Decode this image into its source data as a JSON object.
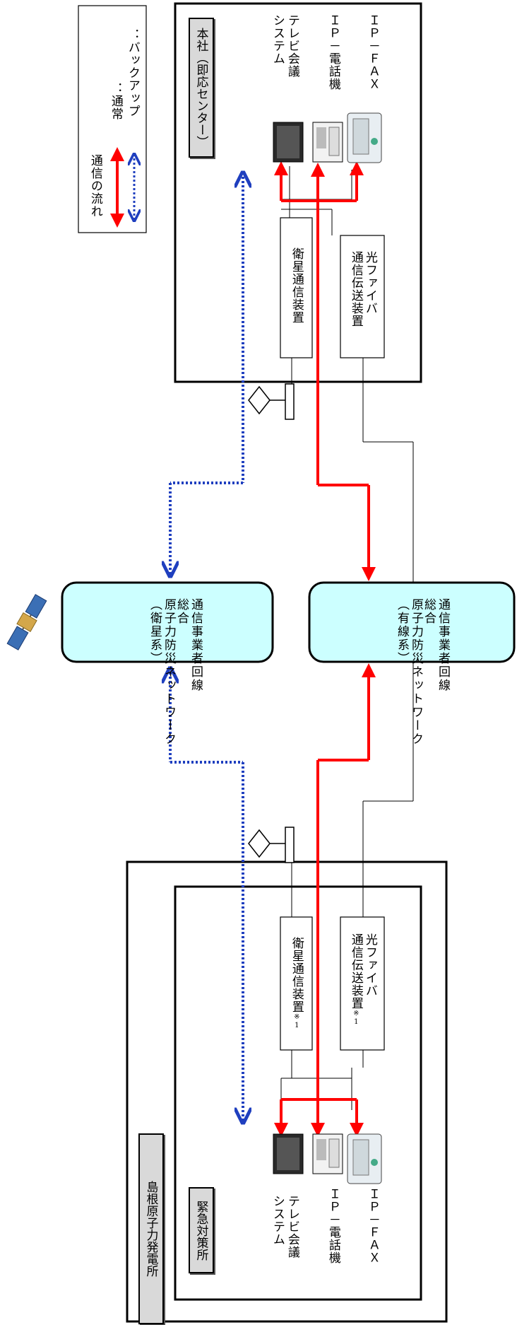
{
  "legend": {
    "title": "通信の流れ",
    "normal": "：通常",
    "backup": "：バックアップ",
    "colors": {
      "normal": "#ff0000",
      "backup": "#1f3fbf"
    }
  },
  "hq": {
    "tag": "本社（即応センター）",
    "satellite_device": "衛星通信装置",
    "fiber_device_line1": "光ファイバ",
    "fiber_device_line2": "通信伝送装置",
    "tv_line1": "テレビ会議",
    "tv_line2": "システム",
    "ip_phone": "ＩＰ－電話機",
    "ip_fax": "ＩＰ－ＦＡＸ"
  },
  "networks": {
    "satellite": {
      "col1": "総合",
      "col2": "原子力防災ネットワーク",
      "col3": "（衛星系）",
      "col4": "通信事業者回線"
    },
    "wired": {
      "col1": "総合",
      "col2": "原子力防災ネットワーク",
      "col3": "（有線系）",
      "col4": "通信事業者回線"
    }
  },
  "plant": {
    "site_tag": "島根原子力発電所",
    "room_tag": "緊急対策所",
    "satellite_device": "衛星通信装置",
    "satellite_note": "※1",
    "fiber_device_line1": "光ファイバ",
    "fiber_device_line2": "通信伝送装置",
    "fiber_note": "※1",
    "tv_line1": "テレビ会議",
    "tv_line2": "システム",
    "ip_phone": "ＩＰ－電話機",
    "ip_fax": "ＩＰ－ＦＡＸ"
  },
  "icons": [
    "satellite-icon",
    "monitor-icon",
    "ip-phone-icon",
    "fax-icon",
    "antenna-icon"
  ]
}
